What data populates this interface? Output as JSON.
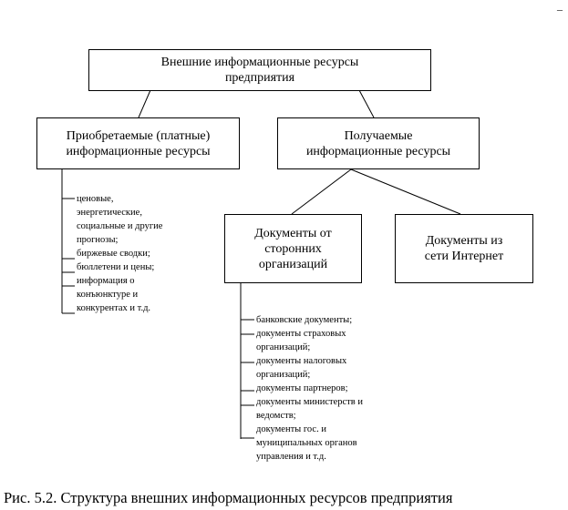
{
  "corner_mark": "_",
  "root": {
    "line1": "Внешние информационные ресурсы",
    "line2": "предприятия"
  },
  "purchased": {
    "line1": "Приобретаемые (платные)",
    "line2": "информационные ресурсы"
  },
  "received": {
    "line1": "Получаемые",
    "line2": "информационные ресурсы"
  },
  "third_party_docs": {
    "line1": "Документы от",
    "line2": "сторонних",
    "line3": "организаций"
  },
  "internet_docs": {
    "line1": "Документы из",
    "line2": "сети Интернет"
  },
  "purchased_list": [
    "ценовые,",
    "энергетические,",
    "социальные и другие",
    "прогнозы;",
    "биржевые сводки;",
    "бюллетени и цены;",
    "информация о",
    "конъюнктуре и",
    "конкурентах и т.д."
  ],
  "third_party_list": [
    "банковские документы;",
    "документы страховых",
    "организаций;",
    "документы налоговых",
    "организаций;",
    "документы партнеров;",
    "документы министерств и",
    "ведомств;",
    "документы гос. и",
    "муниципальных органов",
    "управления и т.д."
  ],
  "caption": "Рис. 5.2. Структура внешних информационных ресурсов предприятия"
}
